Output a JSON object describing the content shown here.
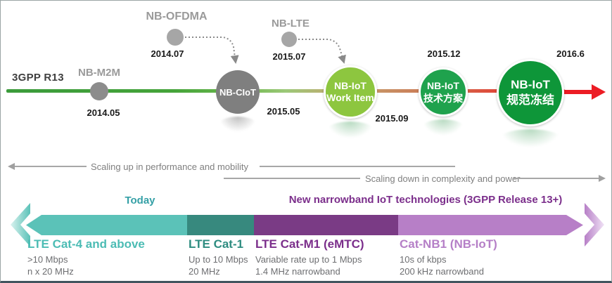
{
  "release_label": "3GPP R13",
  "timeline": {
    "milestones": [
      {
        "label": "NB-M2M",
        "date": "2014.05"
      },
      {
        "label": "NB-OFDMA",
        "date": "2014.07"
      },
      {
        "label": "NB-CIoT",
        "date": "2015.05"
      },
      {
        "label": "NB-LTE",
        "date": "2015.07"
      },
      {
        "label_line1": "NB-IoT",
        "label_line2": "Work Item",
        "date": "2015.09"
      },
      {
        "label_line1": "NB-IoT",
        "label_line2": "技术方案",
        "date": "2015.12"
      },
      {
        "label_line1": "NB-IoT",
        "label_line2": "规范冻结",
        "date": "2016.6"
      }
    ],
    "colors": {
      "line_start_green": "#3b9b3b",
      "line_end_red": "#ec1c24",
      "gray_node": "#7f7f7f",
      "light_green_node": "#8dc63f",
      "green_node": "#1fa24d",
      "dark_green_node": "#0e9639",
      "arrow_red": "#ec1c24"
    }
  },
  "scaling": {
    "up_label": "Scaling up in performance and mobility",
    "down_label": "Scaling down in complexity and power"
  },
  "bar": {
    "today_header": "Today",
    "new_tech_header": "New narrowband IoT technologies (3GPP Release 13+)",
    "segments": [
      {
        "title": "LTE Cat-4 and above",
        "line1": ">10 Mbps",
        "line2": "n x 20 MHz",
        "color": "#5bc2b8"
      },
      {
        "title": "LTE Cat-1",
        "line1": "Up to 10 Mbps",
        "line2": "20 MHz",
        "color": "#37897e"
      },
      {
        "title": "LTE Cat-M1 (eMTC)",
        "line1": "Variable rate up to 1 Mbps",
        "line2": "1.4 MHz narrowband",
        "color": "#7a3b85"
      },
      {
        "title": "Cat-NB1 (NB-IoT)",
        "line1": "10s of kbps",
        "line2": "200 kHz narrowband",
        "color": "#b77fc7"
      }
    ]
  }
}
